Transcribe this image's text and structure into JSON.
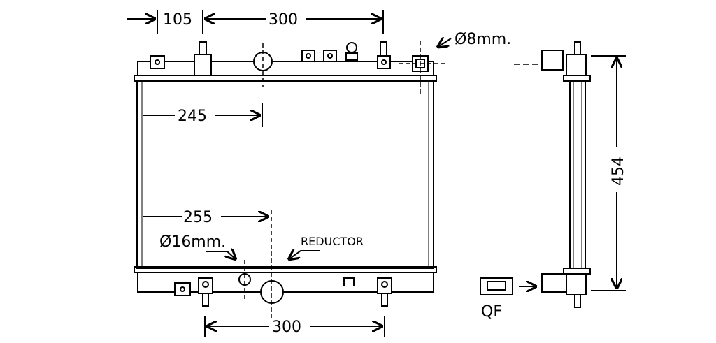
{
  "dimensions": {
    "top_offset": "105",
    "top_span": "300",
    "inlet_offset": "245",
    "outlet_offset": "255",
    "bottom_span": "300",
    "height": "454"
  },
  "labels": {
    "top_port": "Ø8mm.",
    "bottom_port": "Ø16mm.",
    "reductor": "REDUCTOR",
    "qf": "QF"
  },
  "colors": {
    "line": "#000000",
    "background": "#ffffff"
  }
}
